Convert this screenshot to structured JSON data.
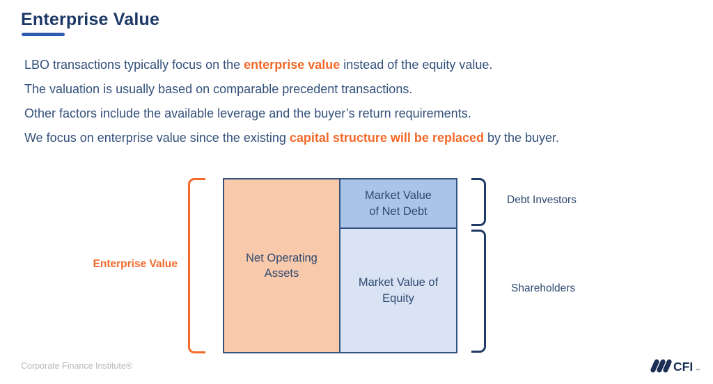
{
  "page": {
    "title": "Enterprise Value",
    "footer": "Corporate Finance Institute®",
    "logo_text": "CFI",
    "logo_tm": "™"
  },
  "colors": {
    "accent_orange": "#F3692A",
    "title_navy": "#1B3866",
    "body_text_navy": "#33507A",
    "underline_blue": "#2D5CAE",
    "box_border_navy": "#33527E",
    "bracket_navy": "#1F3A66",
    "net_operating_assets_fill": "#F9C9AB",
    "net_debt_fill": "#A9C4E6",
    "equity_fill": "#DAE3F4",
    "footer_gray": "#B3B7BD"
  },
  "bullets": [
    {
      "prefix": "LBO transactions typically focus on the ",
      "highlight": "enterprise value",
      "suffix": " instead of the equity value."
    },
    {
      "prefix": "The valuation is usually based on comparable precedent transactions.",
      "highlight": "",
      "suffix": ""
    },
    {
      "prefix": "Other factors include the available leverage and the buyer’s return requirements.",
      "highlight": "",
      "suffix": ""
    },
    {
      "prefix": "We focus on enterprise value since the existing ",
      "highlight": "capital structure will be replaced",
      "suffix": " by the buyer."
    }
  ],
  "diagram": {
    "left_bracket_label": "Enterprise Value",
    "cells": {
      "net_operating_assets": "Net Operating\nAssets",
      "market_value_net_debt": "Market Value\nof Net Debt",
      "market_value_equity": "Market Value of\nEquity"
    },
    "right_labels": {
      "debt_investors": "Debt Investors",
      "shareholders": "Shareholders"
    }
  }
}
